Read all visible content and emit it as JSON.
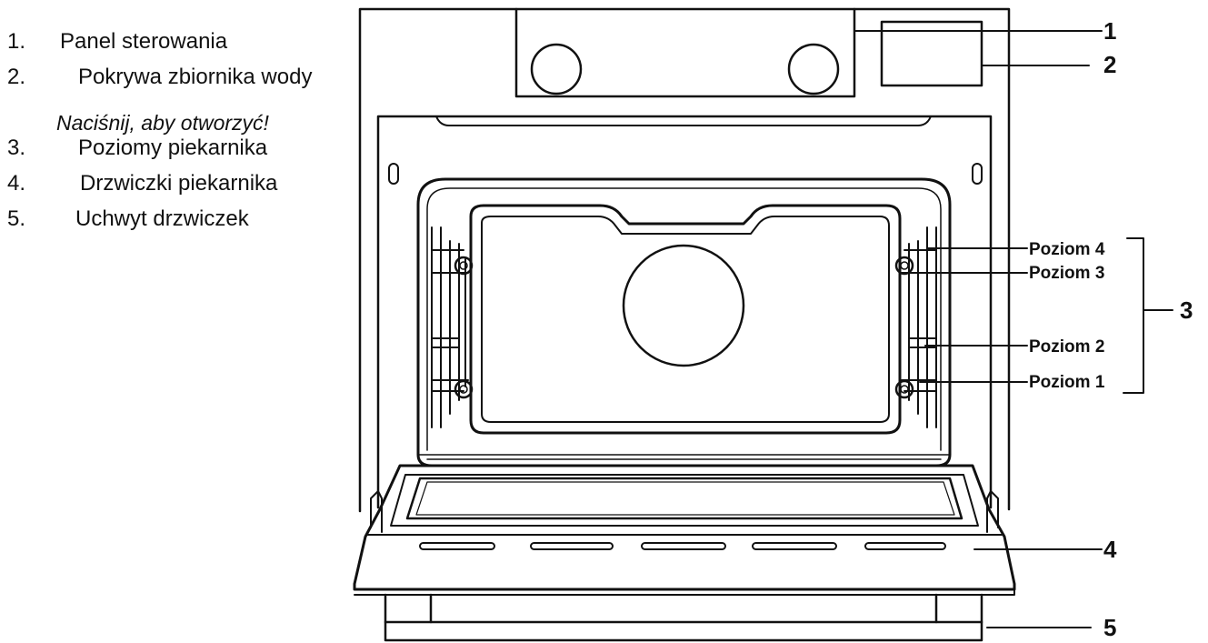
{
  "legend": [
    {
      "number": "1.",
      "label": "Panel   sterowania"
    },
    {
      "number": "2.",
      "label": "Pokrywa zbiornika wody"
    },
    {
      "number": "3.",
      "label": "Poziomy piekarnika"
    },
    {
      "number": "4.",
      "label": "Drzwiczki piekarnika"
    },
    {
      "number": "5.",
      "label": "Uchwyt drzwiczek"
    }
  ],
  "hint": "Naciśnij, aby otworzyć!",
  "callouts": [
    "1",
    "2",
    "3",
    "4",
    "5"
  ],
  "levels": [
    "Poziom 4",
    "Poziom 3",
    "Poziom 2",
    "Poziom 1"
  ],
  "colors": {
    "line": "#111111",
    "background": "#ffffff"
  }
}
